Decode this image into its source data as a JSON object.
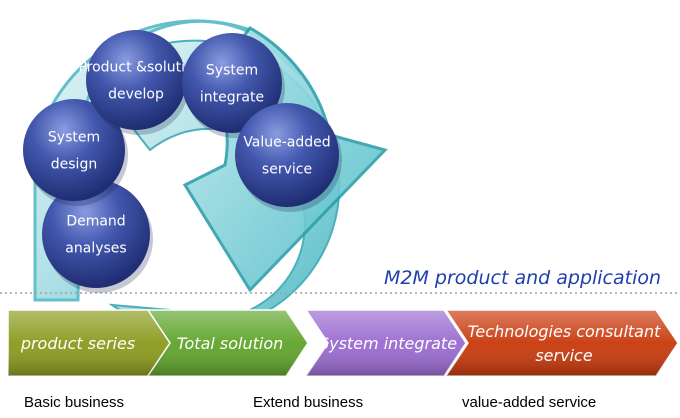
{
  "heading": "M2M product and application",
  "cycle_steps": [
    {
      "lines": [
        "Demand",
        "analyses"
      ]
    },
    {
      "lines": [
        "System",
        "design"
      ]
    },
    {
      "lines": [
        "Product &solutio",
        "develop"
      ]
    },
    {
      "lines": [
        "System",
        "integrate"
      ]
    },
    {
      "lines": [
        "Value-added",
        "service"
      ]
    }
  ],
  "stages": [
    {
      "lines": [
        "product series"
      ],
      "color": "#8a9a1c"
    },
    {
      "lines": [
        "Total solution"
      ],
      "color": "#5fa42a"
    },
    {
      "lines": [
        "System integrate"
      ],
      "color": "#9a6ad0"
    },
    {
      "lines": [
        "Technologies  consultant",
        "service"
      ],
      "color": "#c8380a"
    }
  ],
  "business_labels": [
    "Basic business",
    "Extend business",
    "value-added service"
  ],
  "colors": {
    "ring": "#5ec6cf",
    "ball": "#3a4fa3",
    "heading": "#1e3fae"
  }
}
